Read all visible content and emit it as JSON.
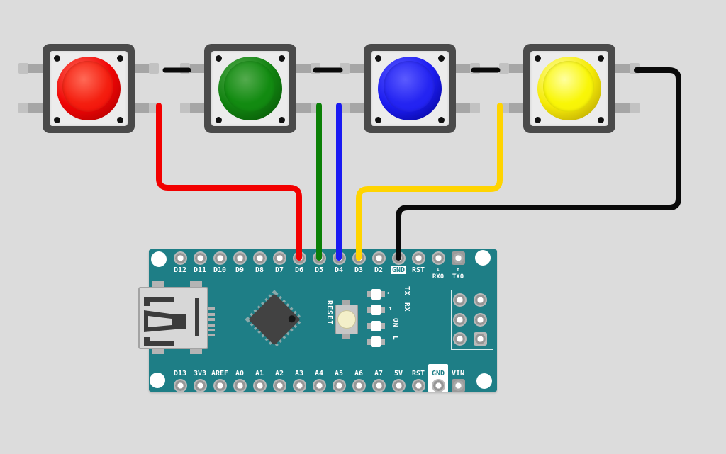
{
  "colors": {
    "background": "#dcdcdc",
    "board": "#1e7e86",
    "silkscreen": "#ffffff",
    "button_frame": "#4a4a4a",
    "wire_black": "#0a0a0a"
  },
  "board": {
    "name": "Arduino Nano",
    "top_pins": [
      {
        "label": "D12"
      },
      {
        "label": "D11"
      },
      {
        "label": "D10"
      },
      {
        "label": "D9"
      },
      {
        "label": "D8"
      },
      {
        "label": "D7"
      },
      {
        "label": "D6"
      },
      {
        "label": "D5"
      },
      {
        "label": "D4"
      },
      {
        "label": "D3"
      },
      {
        "label": "D2"
      },
      {
        "label": "GND",
        "boxed": true
      },
      {
        "label": "RST"
      }
    ],
    "serial_pins": [
      {
        "label": "RX0",
        "arrow": "↓"
      },
      {
        "label": "TX0",
        "arrow": "↑",
        "square": true
      }
    ],
    "bottom_pins": [
      {
        "label": "D13"
      },
      {
        "label": "3V3"
      },
      {
        "label": "AREF"
      },
      {
        "label": "A0"
      },
      {
        "label": "A1"
      },
      {
        "label": "A2"
      },
      {
        "label": "A3"
      },
      {
        "label": "A4"
      },
      {
        "label": "A5"
      },
      {
        "label": "A6"
      },
      {
        "label": "A7"
      },
      {
        "label": "5V"
      },
      {
        "label": "RST"
      },
      {
        "label": "GND",
        "boxed": true
      },
      {
        "label": "VIN",
        "square": true
      }
    ],
    "leds": [
      {
        "label": "TX",
        "arrow": "←"
      },
      {
        "label": "RX",
        "arrow": "↑"
      },
      {
        "label": "ON"
      },
      {
        "label": "L"
      }
    ],
    "reset_label": "RESET"
  },
  "buttons": [
    {
      "name": "red",
      "cap_hi": "#ff6a57",
      "cap_mid": "#ef0505",
      "cap_dark": "#9e0000",
      "cap_inner": "#f41f10"
    },
    {
      "name": "green",
      "cap_hi": "#54ab4e",
      "cap_mid": "#118210",
      "cap_dark": "#064b05",
      "cap_inner": "#128b11"
    },
    {
      "name": "blue",
      "cap_hi": "#5b5bff",
      "cap_mid": "#1c1cf0",
      "cap_dark": "#000085",
      "cap_inner": "#2525f2"
    },
    {
      "name": "yellow",
      "cap_hi": "#ffffa0",
      "cap_mid": "#f5ea06",
      "cap_dark": "#a89104",
      "cap_inner": "#f9f607"
    }
  ],
  "wires": [
    {
      "name": "jumper-button1-button2",
      "color": "#0a0a0a"
    },
    {
      "name": "jumper-button2-button3",
      "color": "#0a0a0a"
    },
    {
      "name": "jumper-button3-button4",
      "color": "#0a0a0a"
    },
    {
      "name": "wire-red-to-d6",
      "color": "#f20000",
      "to_pin": "D6"
    },
    {
      "name": "wire-green-to-d5",
      "color": "#0b8006",
      "to_pin": "D5"
    },
    {
      "name": "wire-blue-to-d4",
      "color": "#1a1af2",
      "to_pin": "D4"
    },
    {
      "name": "wire-yellow-to-d3",
      "color": "#ffd400",
      "to_pin": "D3"
    },
    {
      "name": "wire-black-to-gnd",
      "color": "#0a0a0a",
      "to_pin": "GND"
    }
  ]
}
